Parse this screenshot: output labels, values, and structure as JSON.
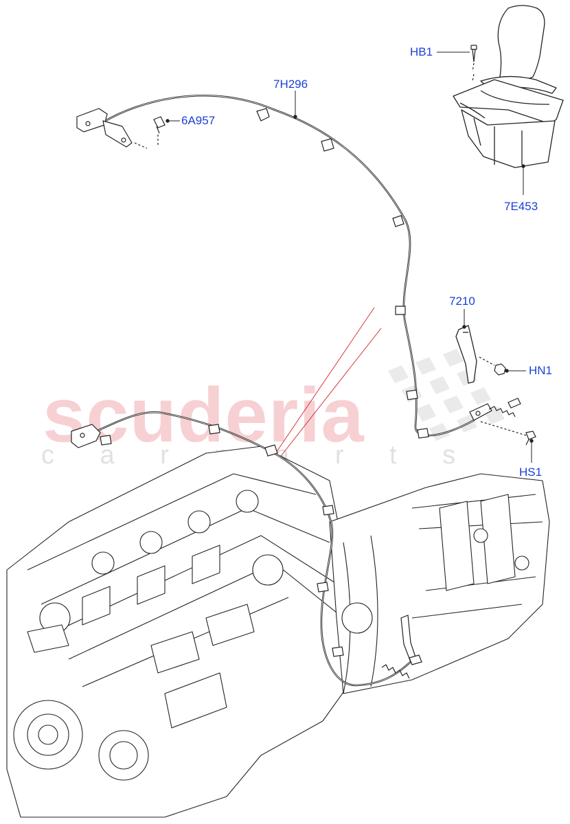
{
  "watermark": {
    "brand": "scuderia",
    "tagline": "c a r p a r t s"
  },
  "callouts": [
    {
      "id": "HB1",
      "label": "HB1"
    },
    {
      "id": "7H296",
      "label": "7H296"
    },
    {
      "id": "6A957",
      "label": "6A957"
    },
    {
      "id": "7E453",
      "label": "7E453"
    },
    {
      "id": "7210",
      "label": "7210"
    },
    {
      "id": "HN1",
      "label": "HN1"
    },
    {
      "id": "HS1",
      "label": "HS1"
    }
  ],
  "colors": {
    "callout_text": "#1a3fd6",
    "line_art": "#222222",
    "leader_red": "#d22222",
    "watermark": "#e87882"
  }
}
